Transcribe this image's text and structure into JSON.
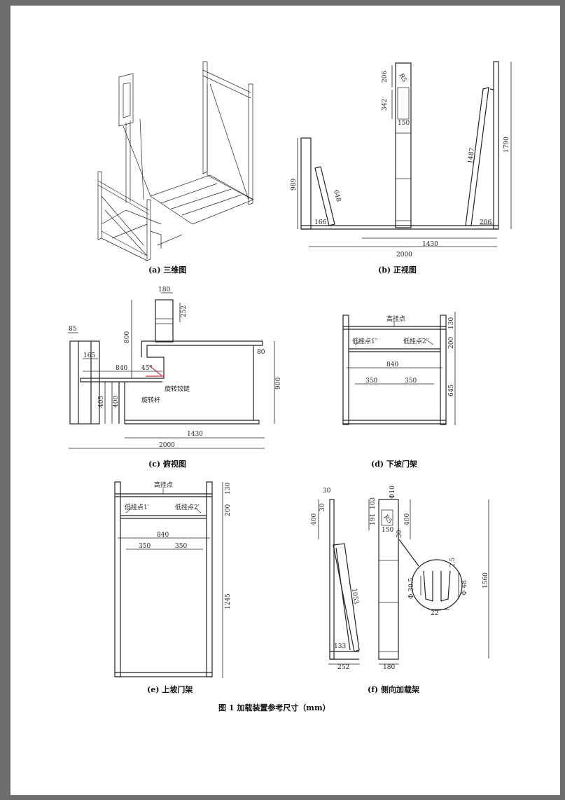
{
  "captions": {
    "a": "(a)  三维图",
    "b": "(b)  正视图",
    "c": "(c)  俯视图",
    "d": "(d)  下坡门架",
    "e": "(e)  上坡门架",
    "f": "(f)  侧向加载架"
  },
  "figure_caption": "图 1    加载装置参考尺寸（mm）",
  "b": {
    "d206a": "206",
    "d342": "342",
    "d150": "150",
    "r5": "R5",
    "d989": "989",
    "d648": "648",
    "d166": "166",
    "d1487": "1487",
    "d1790": "1790",
    "d206b": "206",
    "d1430": "1430",
    "d2000": "2000"
  },
  "c": {
    "d85": "85",
    "d165": "165",
    "d840": "840",
    "angle": "45°",
    "d800": "800",
    "d180": "180",
    "d252": "252",
    "d80": "80",
    "d900": "900",
    "d405": "405",
    "d400": "400",
    "d1430": "1430",
    "d2000": "2000",
    "hinge": "旋转铰链",
    "rod": "旋转杆"
  },
  "d": {
    "high": "高挂点",
    "d130": "130",
    "low1": "低挂点1′′",
    "low2": "低挂点2′′",
    "d200": "200",
    "d840": "840",
    "d350a": "350",
    "d350b": "350",
    "d645": "645"
  },
  "e": {
    "high": "高挂点",
    "d130": "130",
    "low1": "低挂点1′",
    "low2": "低挂点2′",
    "d200": "200",
    "d840": "840",
    "d350a": "350",
    "d350b": "350",
    "d1245": "1245"
  },
  "f": {
    "d30a": "30",
    "d30b": "30",
    "d400a": "400",
    "d1053": "1053",
    "d133": "133",
    "d252": "252",
    "phi10": "Φ10",
    "d103": "103",
    "d191": "191",
    "r5": "R5",
    "d150": "150",
    "d400b": "400",
    "d30c": "30",
    "d2_5": "2.5",
    "phi30_5": "Φ 30.5",
    "phi48": "Φ 48",
    "d22": "22",
    "d180": "180",
    "d1560": "1560"
  }
}
